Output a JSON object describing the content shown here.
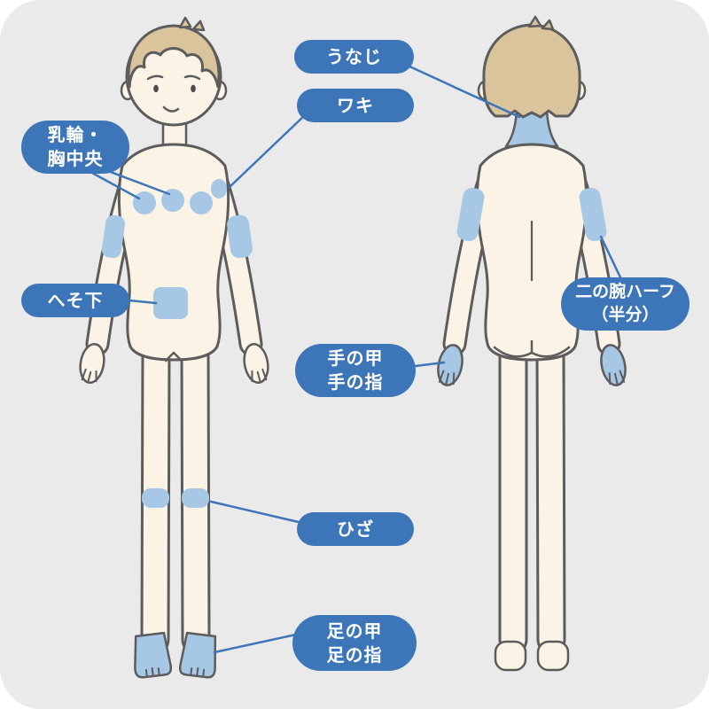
{
  "diagram": {
    "colors": {
      "label_background": "#3D76B8",
      "connector_line": "#3D76B8",
      "highlight_blue": "#A6C8E4",
      "body_fill": "#FAF3E6",
      "hair_fill": "#D9C49C",
      "outline": "#5C5C5C",
      "canvas_background": "#EAEAEA"
    },
    "labels": [
      {
        "id": "nape",
        "lines": [
          "うなじ"
        ]
      },
      {
        "id": "armpit",
        "lines": [
          "ワキ"
        ]
      },
      {
        "id": "areola-chest-center",
        "lines": [
          "乳輪・",
          "胸中央"
        ]
      },
      {
        "id": "below-navel",
        "lines": [
          "へそ下"
        ]
      },
      {
        "id": "hand-back-fingers",
        "lines": [
          "手の甲",
          "手の指"
        ]
      },
      {
        "id": "upper-arm-half",
        "lines": [
          "二の腕ハーフ",
          "（半分）"
        ]
      },
      {
        "id": "knee",
        "lines": [
          "ひざ"
        ]
      },
      {
        "id": "foot-top-toes",
        "lines": [
          "足の甲",
          "足の指"
        ]
      }
    ]
  }
}
